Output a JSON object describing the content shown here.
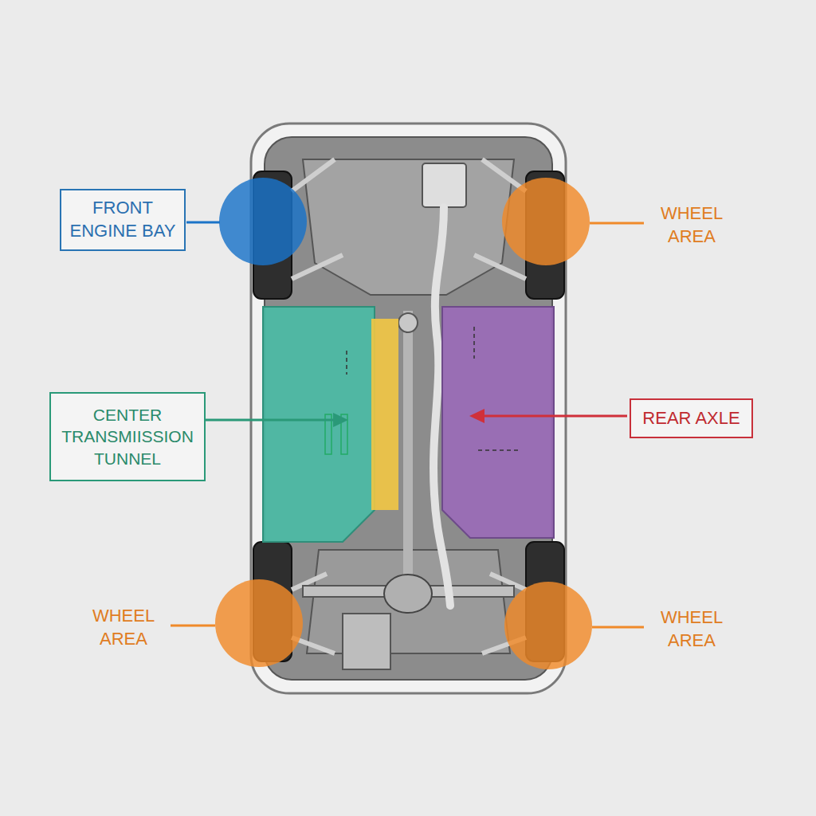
{
  "diagram": {
    "nodes": [
      {
        "text": [
          "FRONT ENGINE BAY"
        ]
      },
      {
        "text": [
          "CENTER TRANSMIISSION TUNNEL"
        ]
      },
      {
        "text": [
          "REAR AXLE"
        ]
      }
    ],
    "labels": [
      "WHEEL AREA",
      "WHEEL AREA",
      "WHEEL AREA"
    ]
  }
}
